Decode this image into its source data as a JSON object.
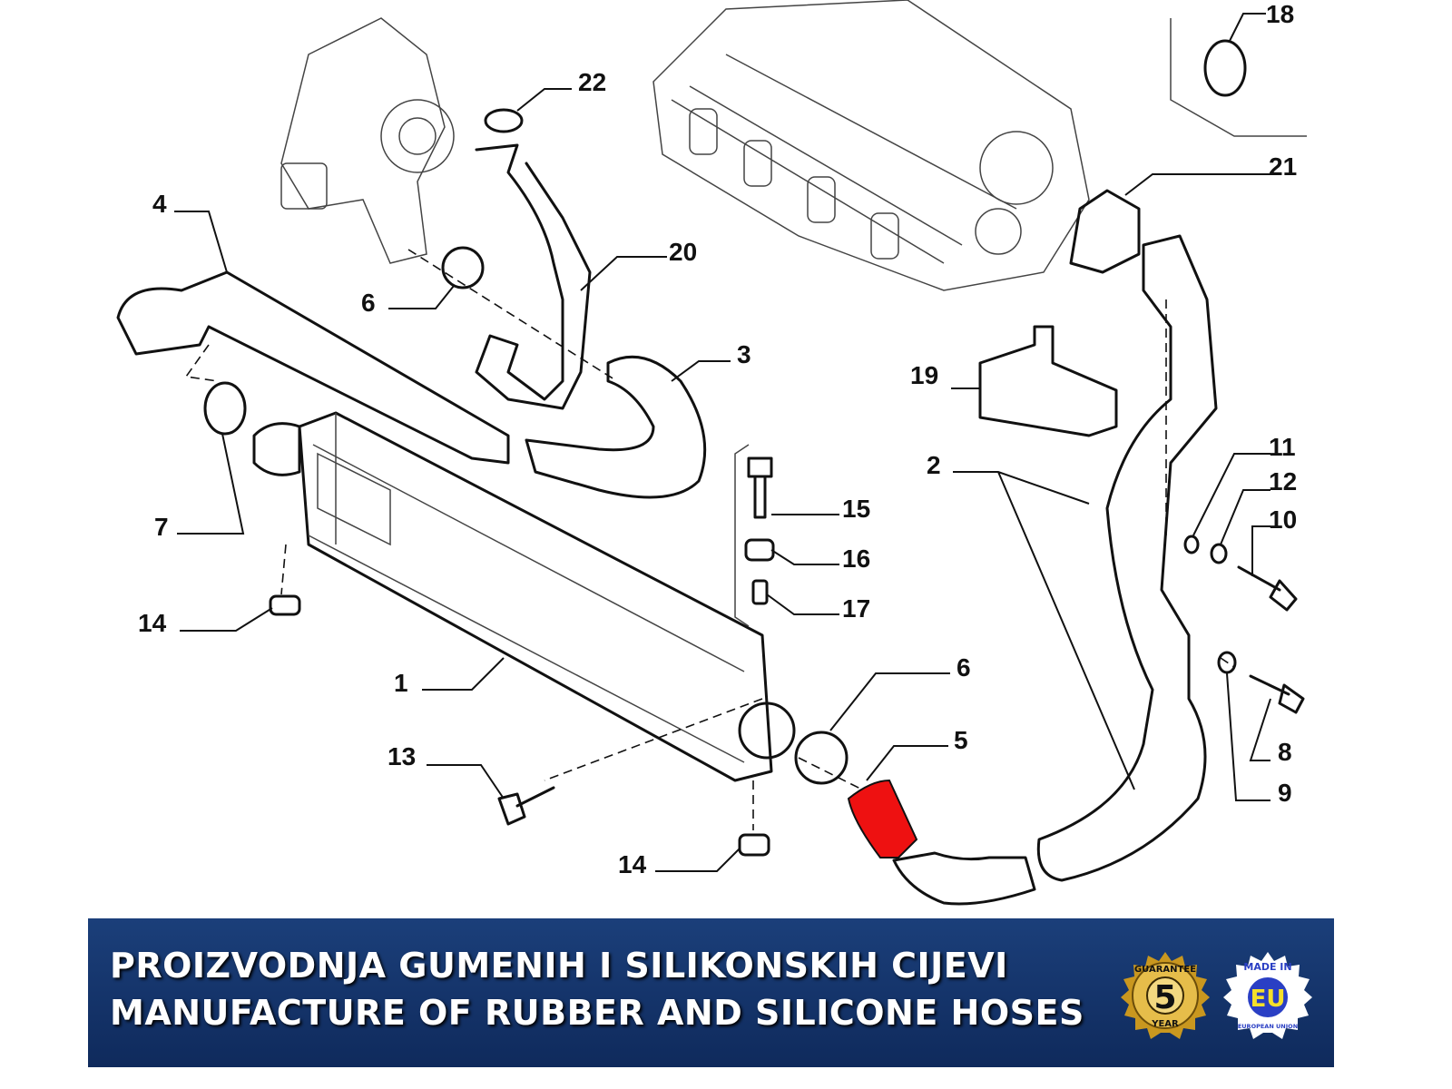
{
  "diagram": {
    "title": "Intercooler hose assembly exploded view",
    "callouts": [
      "18",
      "22",
      "21",
      "4",
      "20",
      "6",
      "3",
      "19",
      "2",
      "11",
      "12",
      "10",
      "15",
      "16",
      "17",
      "7",
      "14",
      "1",
      "6",
      "5",
      "8",
      "9",
      "13",
      "14"
    ],
    "highlight_part": "5",
    "highlight_color": "#ee1111"
  },
  "banner": {
    "line1": "PROIZVODNJA GUMENIH I SILIKONSKIH CIJEVI",
    "line2": "MANUFACTURE OF RUBBER AND SILICONE HOSES",
    "background": "#163670",
    "guarantee_badge": {
      "top": "GUARANTEE",
      "number": "5",
      "bottom": "YEAR"
    },
    "eu_badge": {
      "top": "MADE IN",
      "center": "EU",
      "bottom": "EUROPEAN UNION"
    }
  }
}
